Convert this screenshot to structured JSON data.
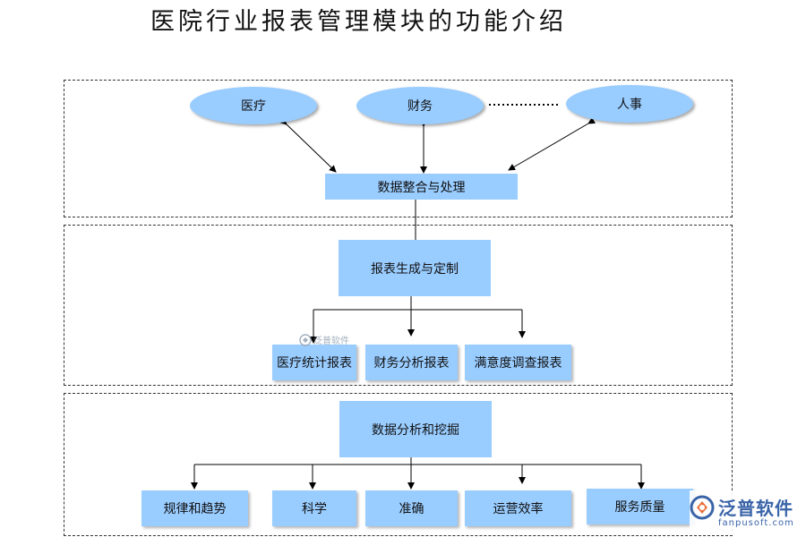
{
  "title": "医院行业报表管理模块的功能介绍",
  "sources": {
    "medical": "医疗",
    "finance": "财务",
    "hr": "人事"
  },
  "integration": "数据整合与处理",
  "report_generation": "报表生成与定制",
  "reports": [
    "医疗统计报表",
    "财务分析报表",
    "满意度调查报表"
  ],
  "analysis": "数据分析和挖掘",
  "outcomes": [
    "规律和趋势",
    "科学",
    "准确",
    "运营效率",
    "服务质量"
  ],
  "watermark": "泛普软件",
  "logo": {
    "name": "泛普软件",
    "url": "fanpusoft.com"
  },
  "colors": {
    "node_fill": "#99ccff",
    "line": "#000000"
  }
}
